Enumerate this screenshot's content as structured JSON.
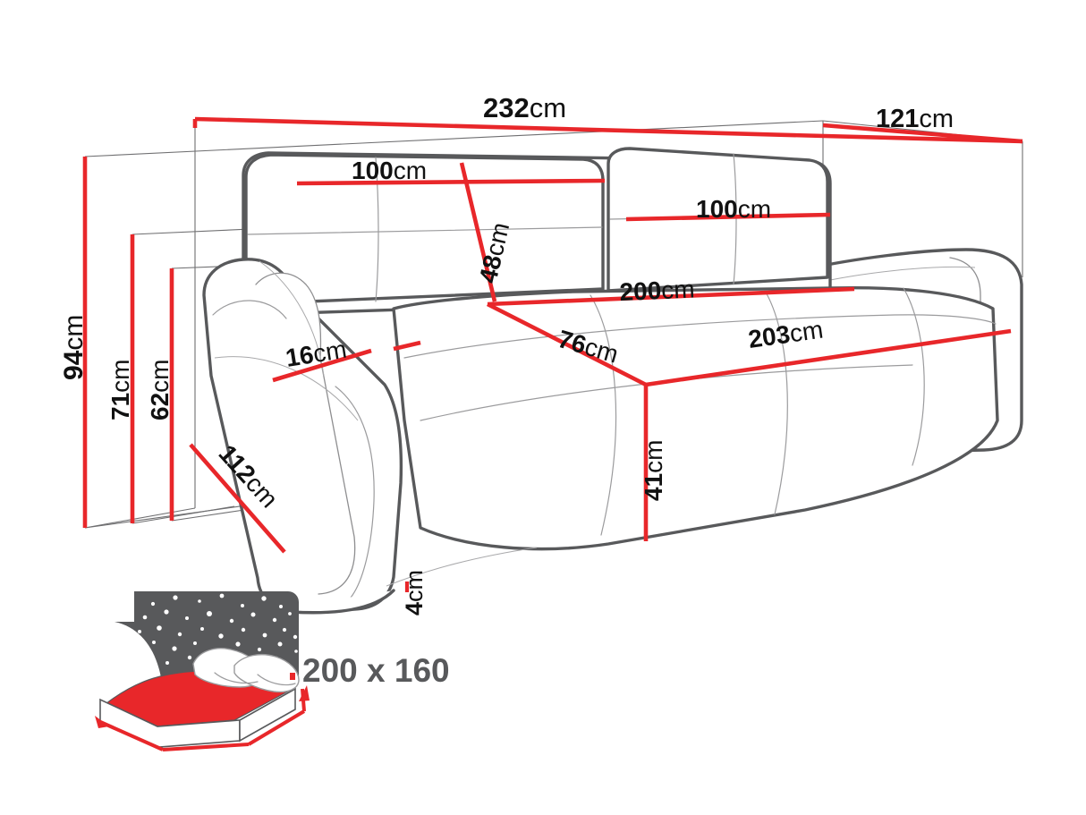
{
  "drawing": {
    "type": "technical-dimension-drawing",
    "subject": "sofa-bed",
    "unit": "cm",
    "colors": {
      "dimension_line": "#e8272a",
      "outline_dark": "#58595b",
      "outline_light": "#9a9a9c",
      "text": "#111111",
      "icon_gray": "#58595b",
      "icon_red": "#e8272a",
      "background": "#ffffff"
    }
  },
  "dimensions": {
    "overall_width": {
      "number": "232",
      "unit": "cm",
      "label": "232cm",
      "orientation": "horizontal"
    },
    "overall_depth": {
      "number": "121",
      "unit": "cm",
      "label": "121cm",
      "orientation": "horizontal"
    },
    "overall_height": {
      "number": "94",
      "unit": "cm",
      "label": "94cm",
      "orientation": "vertical"
    },
    "back_height": {
      "number": "71",
      "unit": "cm",
      "label": "71cm",
      "orientation": "vertical"
    },
    "arm_height": {
      "number": "62",
      "unit": "cm",
      "label": "62cm",
      "orientation": "vertical"
    },
    "backrest_cushion_left": {
      "number": "100",
      "unit": "cm",
      "label": "100cm",
      "orientation": "horizontal"
    },
    "backrest_cushion_right": {
      "number": "100",
      "unit": "cm",
      "label": "100cm",
      "orientation": "horizontal"
    },
    "backrest_cushion_height": {
      "number": "48",
      "unit": "cm",
      "label": "48cm",
      "orientation": "vertical"
    },
    "seat_width_back": {
      "number": "200",
      "unit": "cm",
      "label": "200cm",
      "orientation": "horizontal"
    },
    "seat_depth": {
      "number": "76",
      "unit": "cm",
      "label": "76cm",
      "orientation": "diagonal"
    },
    "seat_width_front": {
      "number": "203",
      "unit": "cm",
      "label": "203cm",
      "orientation": "horizontal"
    },
    "arm_width": {
      "number": "16",
      "unit": "cm",
      "label": "16cm",
      "orientation": "horizontal"
    },
    "side_depth": {
      "number": "112",
      "unit": "cm",
      "label": "112cm",
      "orientation": "diagonal"
    },
    "seat_height": {
      "number": "41",
      "unit": "cm",
      "label": "41cm",
      "orientation": "vertical"
    },
    "ground_clearance": {
      "number": "4",
      "unit": "cm",
      "label": "4cm",
      "orientation": "vertical"
    }
  },
  "sleeping_area": {
    "icon": "bed-mattress-starry-night-icon",
    "label": "200 x 160",
    "width": "200",
    "length": "160"
  }
}
